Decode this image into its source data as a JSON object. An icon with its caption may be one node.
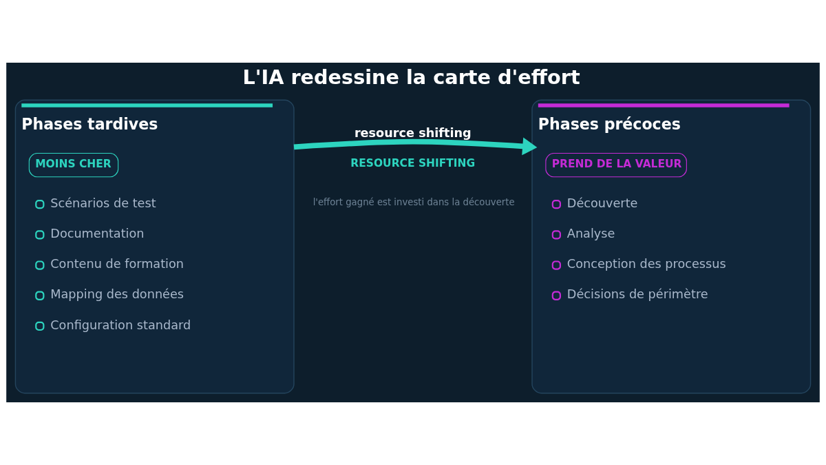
{
  "diagram": {
    "title": "L'IA redessine la carte d'effort",
    "nodes": [
      {
        "text": [
          "Phases tardives",
          "Scénarios de test",
          "Documentation",
          "Contenu de formation",
          "Mapping des données",
          "Configuration standard"
        ]
      },
      {
        "text": [
          "MOINS CHER"
        ],
        "in": 0
      },
      {
        "text": [
          "Phases précoces",
          "Découverte",
          "Analyse",
          "Conception des processus",
          "Décisions de périmètre"
        ]
      },
      {
        "text": [
          "PREND DE LA VALEUR"
        ],
        "in": 2
      }
    ],
    "edges": [
      {
        "from": 0,
        "to": 2,
        "arrow": "to",
        "label": "resource shifting"
      }
    ],
    "labels": [
      "RESOURCE SHIFTING",
      "l'effort gagné est investi dans la découverte"
    ]
  }
}
